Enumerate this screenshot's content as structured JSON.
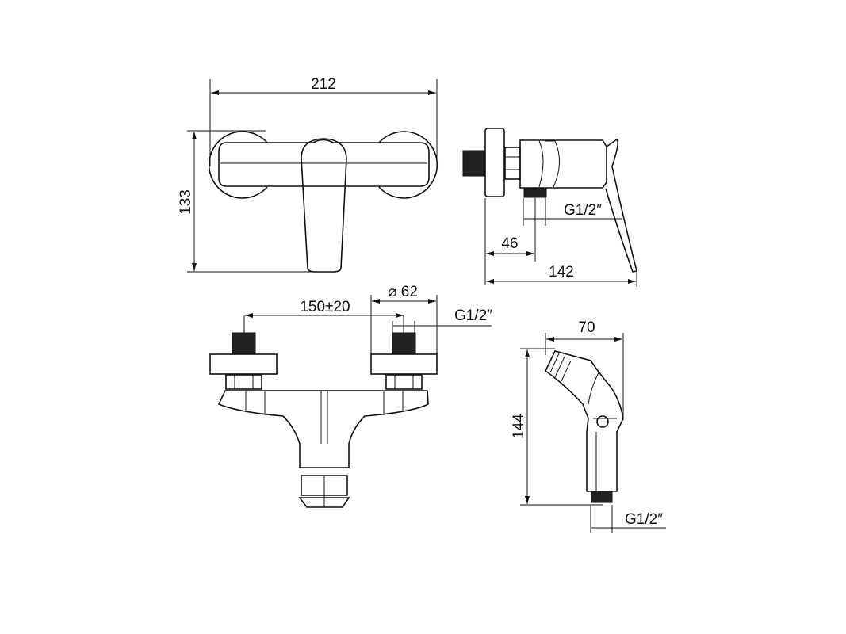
{
  "drawing": {
    "front_view": {
      "width_label": "212",
      "height_label": "133"
    },
    "side_view": {
      "thread_label": "G1/2″",
      "offset_label": "46",
      "depth_label": "142"
    },
    "bottom_view": {
      "rosette_diameter_label": "⌀ 62",
      "spacing_label": "150±20",
      "thread_label": "G1/2″"
    },
    "hand_shower": {
      "width_label": "70",
      "height_label": "144",
      "thread_label": "G1/2″"
    },
    "colors": {
      "line": "#111111",
      "background": "#ffffff"
    }
  }
}
